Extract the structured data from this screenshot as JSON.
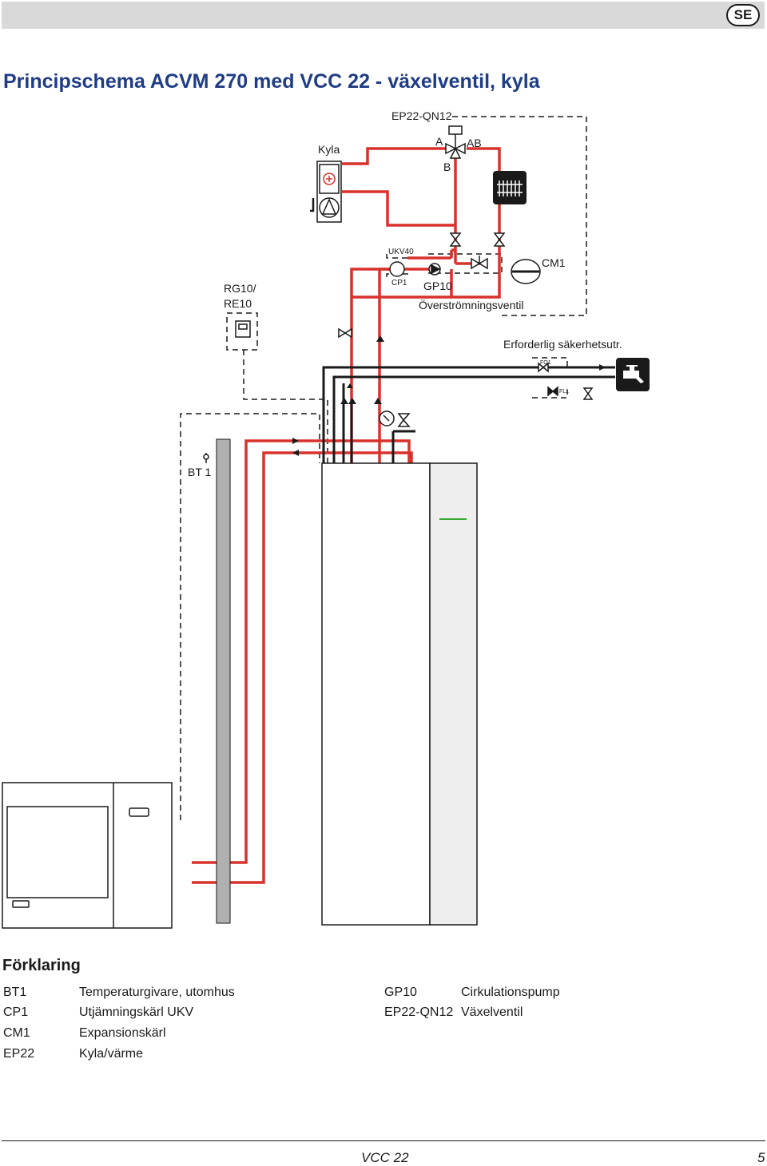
{
  "header": {
    "badge": "SE"
  },
  "title": "Principschema ACVM 270 med VCC 22 - växelventil, kyla",
  "diagram": {
    "labels": {
      "ep22_qn12": "EP22-QN12",
      "kyla": "Kyla",
      "port_a": "A",
      "port_ab": "AB",
      "port_b": "B",
      "ukv40": "UKV40",
      "cp1": "CP1",
      "gp10": "GP10",
      "overstromningsventil": "Överströmningsventil",
      "cm1": "CM1",
      "rg10": "RG10/",
      "re10": "RE10",
      "erforderlig": "Erforderlig säkerhetsutr.",
      "fq1": "FQ1",
      "fl1": "FL1",
      "bt1": "BT 1"
    },
    "colors": {
      "hot_pipe": "#d9322c",
      "pipe": "#1a1a1a",
      "column": "#b0b0b0",
      "unit_panel": "#eeeeee",
      "indicator": "#3aaa35"
    }
  },
  "legend": {
    "title": "Förklaring",
    "left": [
      {
        "code": "BT1",
        "desc": "Temperaturgivare, utomhus"
      },
      {
        "code": "CP1",
        "desc": "Utjämningskärl UKV"
      },
      {
        "code": "CM1",
        "desc": "Expansionskärl"
      },
      {
        "code": "EP22",
        "desc": "Kyla/värme"
      }
    ],
    "right": [
      {
        "code": "GP10",
        "desc": "Cirkulationspump"
      },
      {
        "code": "EP22-QN12",
        "desc": "Växelventil"
      }
    ]
  },
  "footer": {
    "product": "VCC 22",
    "page": "5"
  }
}
